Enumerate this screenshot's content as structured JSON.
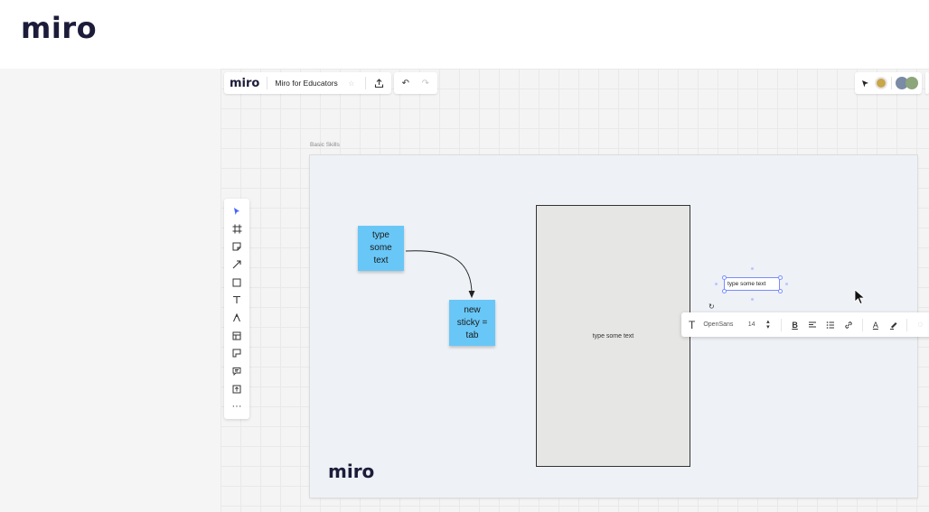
{
  "brand": {
    "logo": "miro"
  },
  "board": {
    "logo": "miro",
    "name": "Miro for Educators",
    "icons": {
      "star": "star-icon",
      "share": "upload-icon",
      "undo": "undo-icon",
      "redo": "redo-icon"
    }
  },
  "collab": {
    "icons": [
      "cursor-share-icon",
      "avatar-1",
      "avatar-2",
      "avatar-3"
    ],
    "colors": {
      "avatar1": "#c9a64a",
      "avatar2": "#7b8aa5",
      "avatar3": "#8ca57b"
    }
  },
  "left_tools": [
    "select-icon",
    "frame-icon",
    "sticky-note-icon",
    "arrow-icon",
    "shape-icon",
    "text-icon",
    "pen-icon",
    "template-icon",
    "card-icon",
    "comment-icon",
    "upload-icon",
    "more-icon"
  ],
  "frame": {
    "label": "Basic Skills",
    "logo": "miro"
  },
  "stickies": [
    {
      "text": "type some text"
    },
    {
      "text": "new sticky = tab"
    }
  ],
  "rect_shape": {
    "text": "type some text"
  },
  "text_toolbar": {
    "font": "OpenSans",
    "size": "14"
  },
  "selected_text": {
    "value": "type some text"
  },
  "colors": {
    "sticky": "#68c7f7",
    "accent": "#4262ff",
    "frame_bg": "#eef1f5"
  }
}
